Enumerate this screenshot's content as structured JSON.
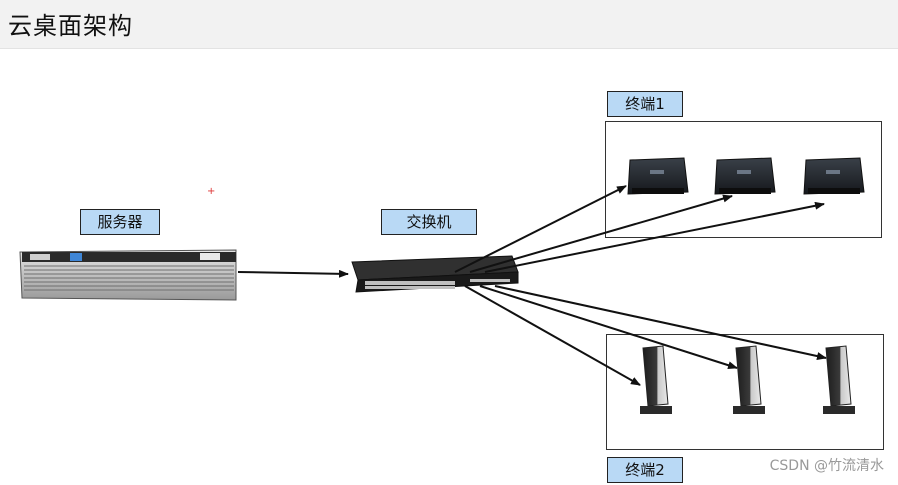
{
  "header": {
    "title": "云桌面架构"
  },
  "nodes": {
    "server": {
      "label": "服务器"
    },
    "switch": {
      "label": "交换机"
    },
    "group1": {
      "label": "终端1"
    },
    "group2": {
      "label": "终端2"
    }
  },
  "watermark": "CSDN @竹流清水",
  "colors": {
    "label_fill": "#b9d9f5",
    "header_bg": "#f2f2f2",
    "arrow": "#111111"
  },
  "icons": {
    "server": "rack-server-icon",
    "switch": "network-switch-icon",
    "terminal_box": "thin-client-box-icon",
    "terminal_tower": "thin-client-tower-icon"
  }
}
